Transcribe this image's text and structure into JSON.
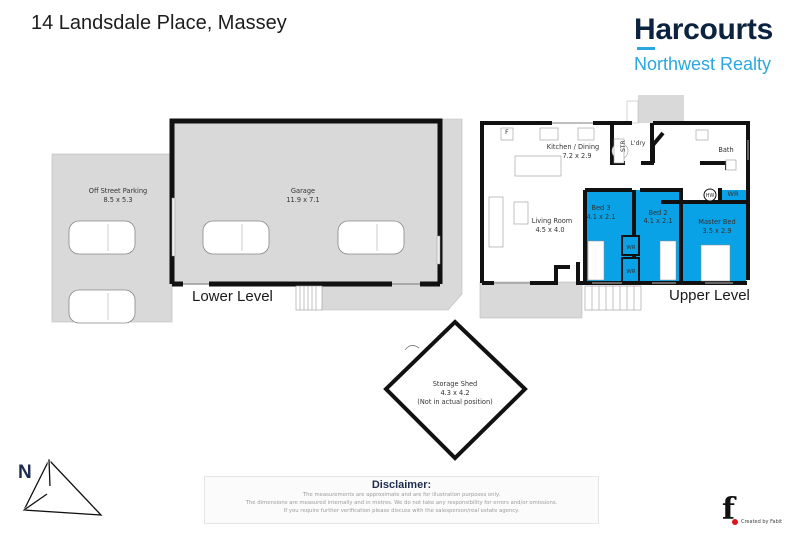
{
  "header": {
    "title": "14 Landsdale Place, Massey"
  },
  "logo": {
    "brand": "Harcourts",
    "office": "Northwest Realty",
    "colors": {
      "brand": "#0c2340",
      "accent": "#2aa7df"
    }
  },
  "levels": {
    "lower": "Lower Level",
    "upper": "Upper Level"
  },
  "rooms": {
    "parking": {
      "name": "Off Street Parking",
      "size": "8.5 x 5.3"
    },
    "garage": {
      "name": "Garage",
      "size": "11.9 x 7.1"
    },
    "kitchen": {
      "name": "Kitchen / Dining",
      "size": "7.2 x 2.9"
    },
    "living": {
      "name": "Living Room",
      "size": "4.5 x 4.0"
    },
    "bed3": {
      "name": "Bed 3",
      "size": "4.1 x 2.1"
    },
    "bed2": {
      "name": "Bed 2",
      "size": "4.1 x 2.1"
    },
    "master": {
      "name": "Master Bed",
      "size": "3.5 x 2.9"
    },
    "bath": {
      "name": "Bath"
    },
    "laundry": {
      "name": "L'dry"
    },
    "storage": {
      "name": "STR"
    },
    "hotwater": {
      "name": "HW"
    },
    "wardrobe": {
      "name": "WR"
    },
    "fridge": {
      "name": "F"
    },
    "shed": {
      "name": "Storage Shed",
      "size": "4.3 x 4.2",
      "note": "(Not in actual position)"
    }
  },
  "colors": {
    "bedroom_fill": "#0aa2e6",
    "exterior_fill": "#d9d9d9",
    "wall": "#111111"
  },
  "compass": {
    "label": "N"
  },
  "disclaimer": {
    "title": "Disclaimer:",
    "lines": [
      "The measurements are approximate and are for illustration purposes only.",
      "The dimensions are measured internally and in metres. We do not take any responsibility for errors and/or omissions.",
      "If you require further verification please discuss with the salesperson/real estate agency."
    ]
  },
  "credit": {
    "logo_letter": "f",
    "text": "Created by Fabit"
  }
}
